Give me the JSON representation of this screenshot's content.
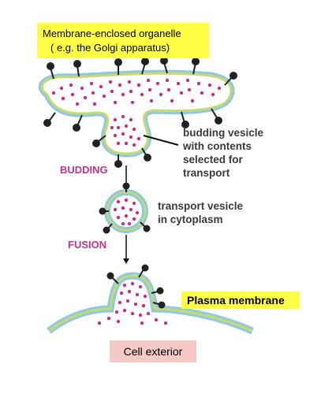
{
  "title": {
    "line1": "Membrane-enclosed organelle",
    "line2": "( e.g. the Golgi apparatus)"
  },
  "labels": {
    "budding_vesicle": [
      "budding vesicle",
      "with contents",
      "selected for",
      "transport"
    ],
    "transport_vesicle": [
      "transport vesicle",
      "in cytoplasm"
    ],
    "plasma_membrane": "Plasma membrane",
    "cell_exterior": "Cell exterior"
  },
  "steps": {
    "budding": "BUDDING",
    "fusion": "FUSION"
  },
  "colors": {
    "membrane_outer": "#8ec9e6",
    "membrane_inner": "#c9d96b",
    "cargo_dots": "#c2338c",
    "receptor": "#222222",
    "highlight_yellow": "#ffff44",
    "highlight_pink": "#f5c9c6",
    "step_text": "#c2338c",
    "label_text": "#3a3a3a"
  }
}
